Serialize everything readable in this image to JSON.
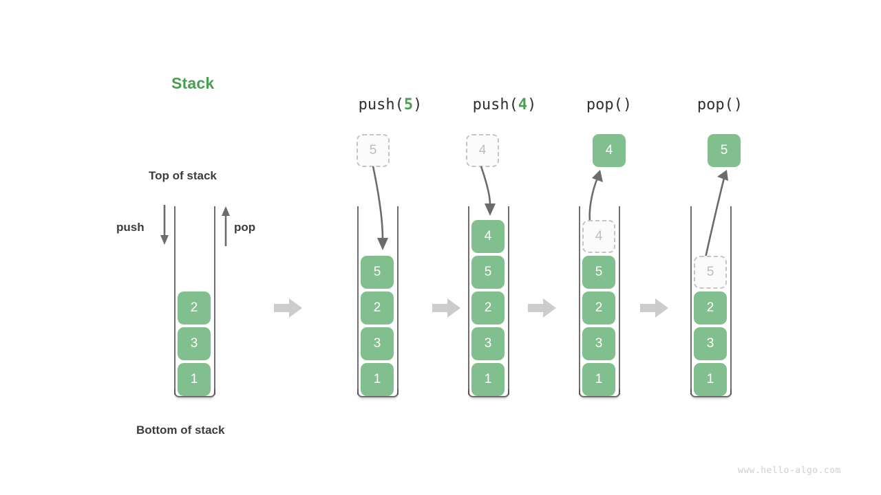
{
  "diagram": {
    "title": "Stack",
    "labels": {
      "top_of_stack": "Top of stack",
      "bottom_of_stack": "Bottom of stack",
      "push": "push",
      "pop": "pop"
    },
    "watermark": "www.hello-algo.com",
    "colors": {
      "title_green": "#4a9e52",
      "node_green": "#82bf8f",
      "node_text": "#ffffff",
      "ghost_border": "#c4c4c4",
      "ghost_text": "#bdbdbd",
      "wall": "#555555",
      "arrow_gray": "#6b6b6b",
      "separator_gray": "#cccccc",
      "label_dark": "#3c3c3c",
      "watermark_gray": "#cfcfcf",
      "background": "#ffffff"
    }
  },
  "stages": [
    {
      "id": "initial",
      "op_text": null,
      "op_prefix": null,
      "op_arg": null,
      "op_suffix": null,
      "floating_node": null,
      "stack": [
        {
          "value": "2",
          "style": "solid"
        },
        {
          "value": "3",
          "style": "solid"
        },
        {
          "value": "1",
          "style": "solid"
        }
      ]
    },
    {
      "id": "push-5",
      "op_prefix": "push(",
      "op_arg": "5",
      "op_suffix": ")",
      "floating_node": {
        "value": "5",
        "style": "ghost"
      },
      "arrow_direction": "down",
      "stack": [
        {
          "value": "5",
          "style": "solid"
        },
        {
          "value": "2",
          "style": "solid"
        },
        {
          "value": "3",
          "style": "solid"
        },
        {
          "value": "1",
          "style": "solid"
        }
      ]
    },
    {
      "id": "push-4",
      "op_prefix": "push(",
      "op_arg": "4",
      "op_suffix": ")",
      "floating_node": {
        "value": "4",
        "style": "ghost"
      },
      "arrow_direction": "down",
      "stack": [
        {
          "value": "4",
          "style": "solid"
        },
        {
          "value": "5",
          "style": "solid"
        },
        {
          "value": "2",
          "style": "solid"
        },
        {
          "value": "3",
          "style": "solid"
        },
        {
          "value": "1",
          "style": "solid"
        }
      ]
    },
    {
      "id": "pop-1",
      "op_prefix": "pop(",
      "op_arg": "",
      "op_suffix": ")",
      "floating_node": {
        "value": "4",
        "style": "solid"
      },
      "arrow_direction": "up",
      "stack": [
        {
          "value": "4",
          "style": "ghost"
        },
        {
          "value": "5",
          "style": "solid"
        },
        {
          "value": "2",
          "style": "solid"
        },
        {
          "value": "3",
          "style": "solid"
        },
        {
          "value": "1",
          "style": "solid"
        }
      ]
    },
    {
      "id": "pop-2",
      "op_prefix": "pop(",
      "op_arg": "",
      "op_suffix": ")",
      "floating_node": {
        "value": "5",
        "style": "solid"
      },
      "arrow_direction": "up",
      "stack": [
        {
          "value": "5",
          "style": "ghost"
        },
        {
          "value": "2",
          "style": "solid"
        },
        {
          "value": "3",
          "style": "solid"
        },
        {
          "value": "1",
          "style": "solid"
        }
      ]
    }
  ],
  "separators": [
    "step-arrow",
    "step-arrow",
    "step-arrow",
    "step-arrow"
  ]
}
